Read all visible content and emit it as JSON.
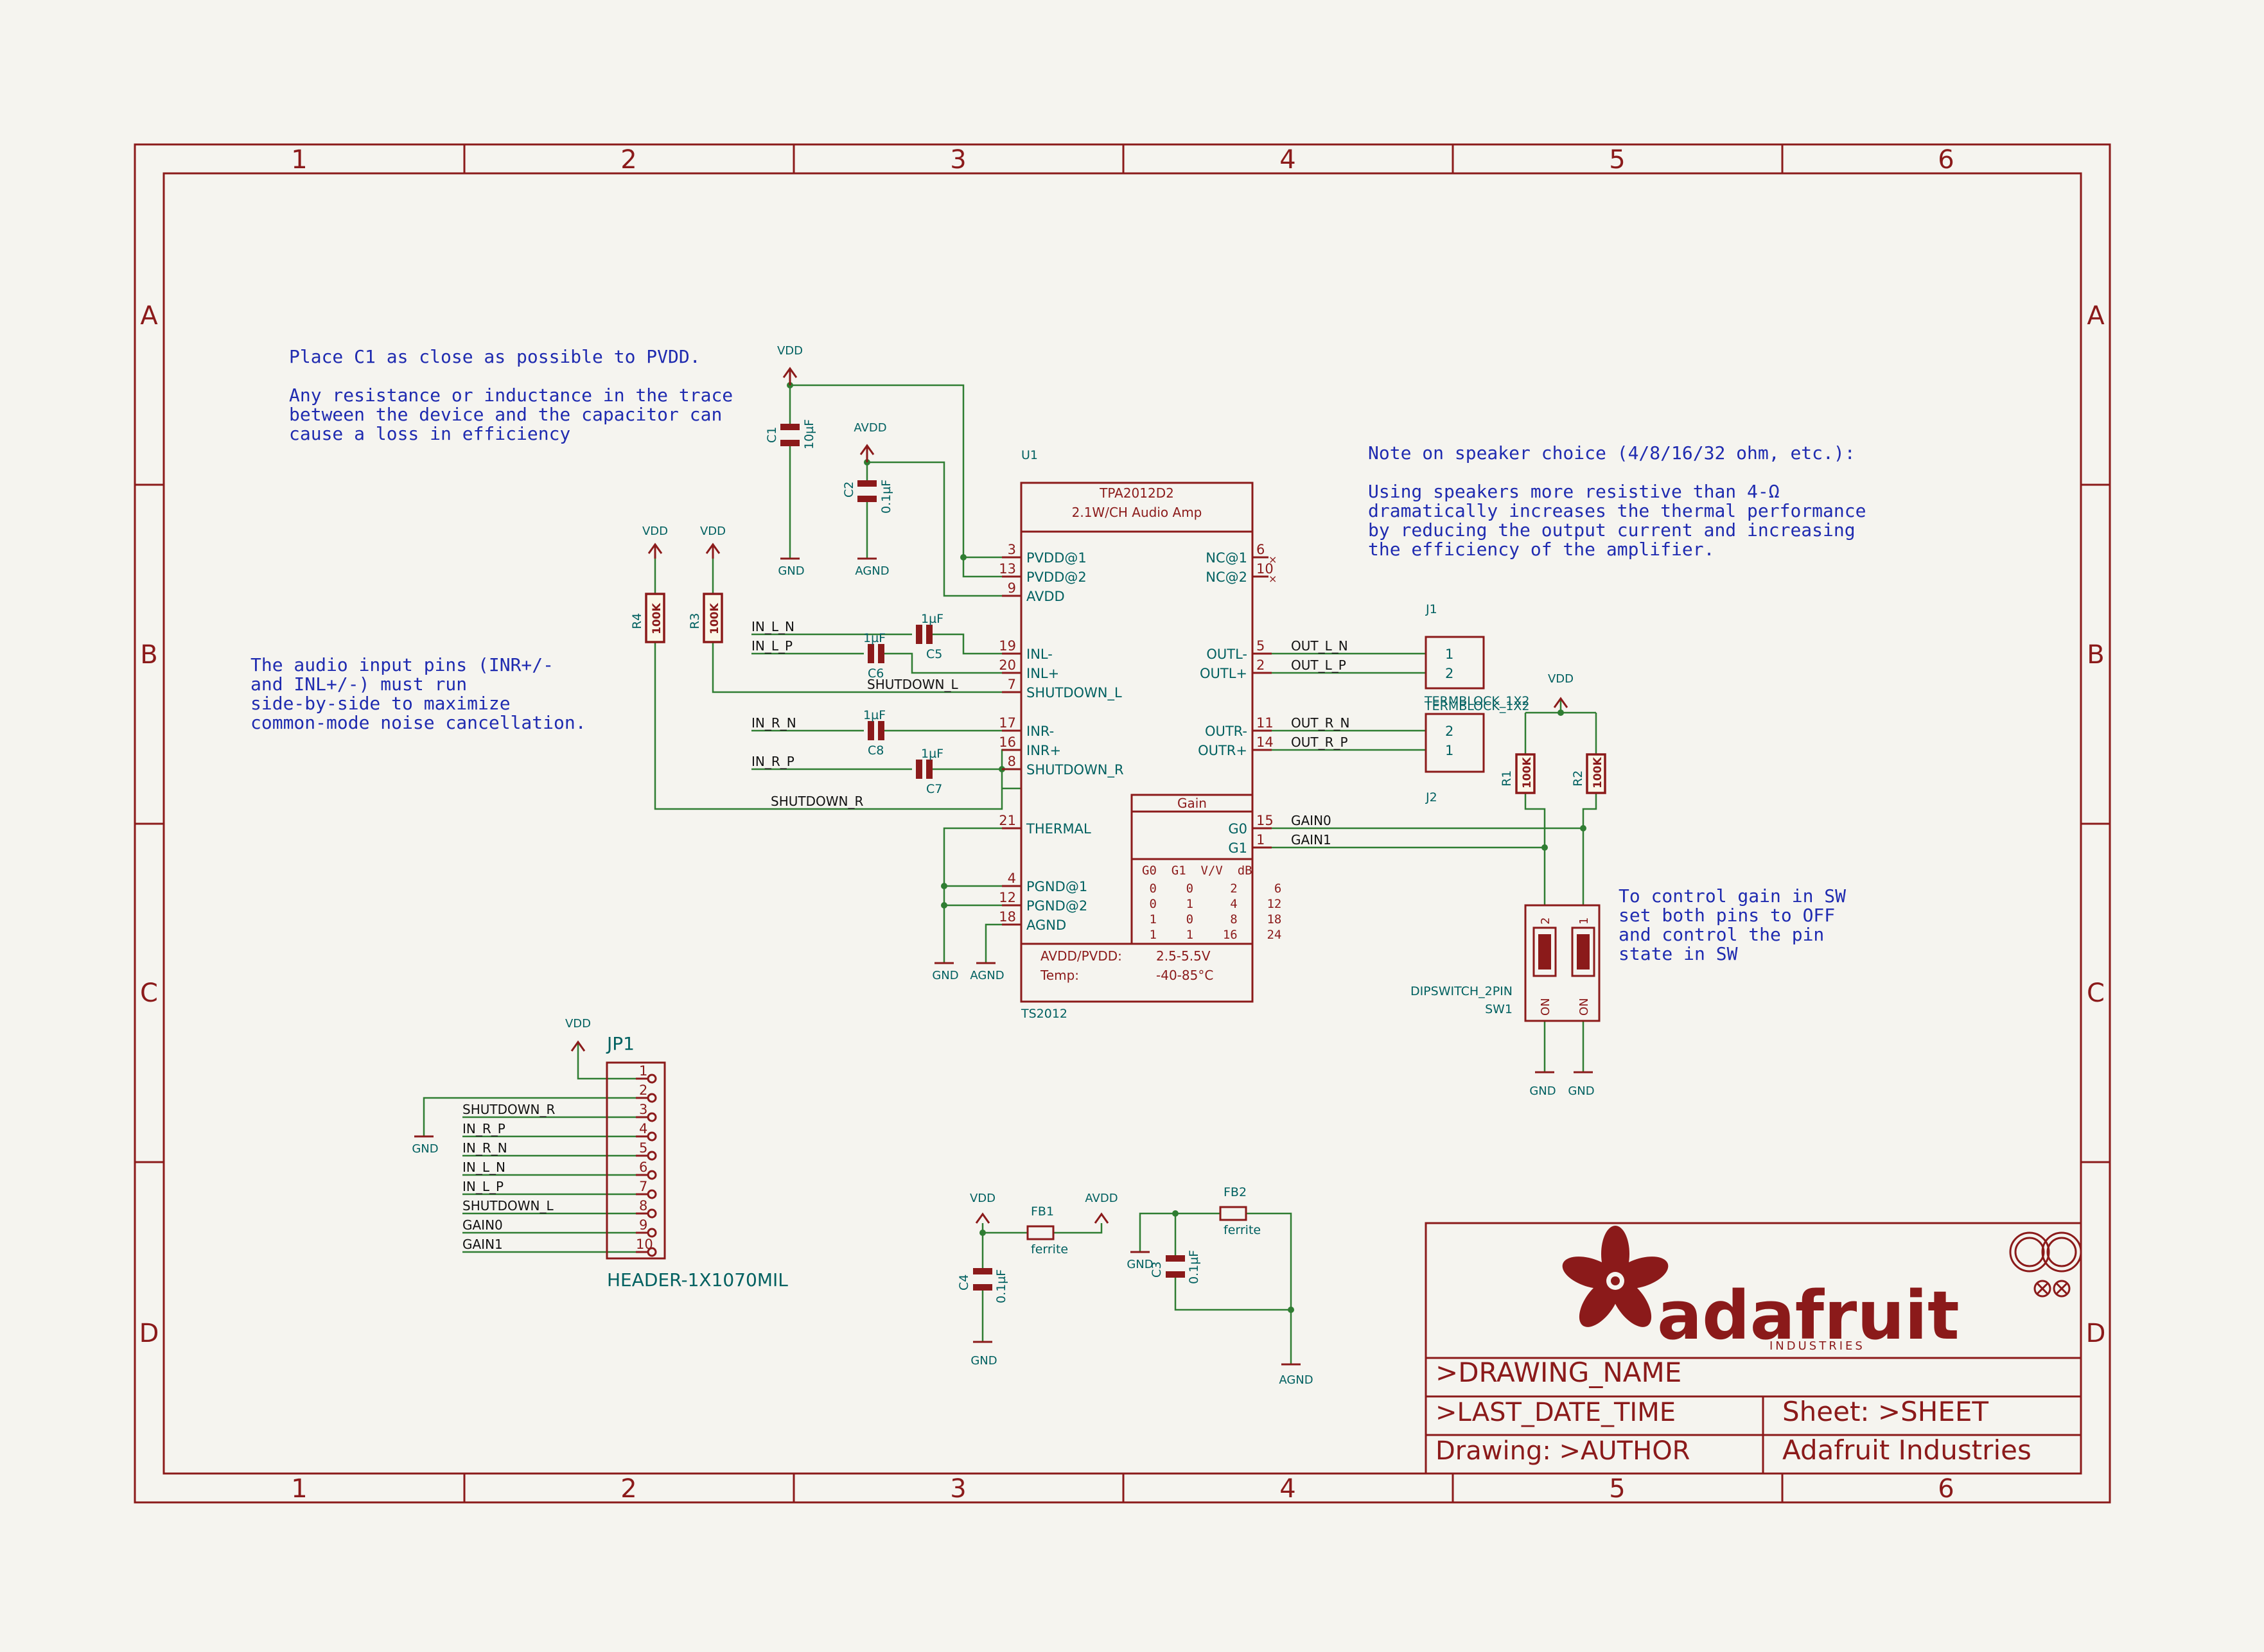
{
  "border": {
    "columns": [
      "1",
      "2",
      "3",
      "4",
      "5",
      "6"
    ],
    "rows": [
      "A",
      "B",
      "C",
      "D"
    ]
  },
  "notes": {
    "pvdd_line1": "Place C1 as close as possible to PVDD.",
    "pvdd_line2": "Any resistance or inductance in the trace",
    "pvdd_line3": "between the device and the capacitor can",
    "pvdd_line4": "cause a loss in efficiency",
    "input_line1": "The audio input pins (INR+/-",
    "input_line2": "and INL+/-) must run",
    "input_line3": "side-by-side to maximize",
    "input_line4": "common-mode noise cancellation.",
    "speaker_line1": "Note on speaker choice (4/8/16/32 ohm, etc.):",
    "speaker_line2": "Using speakers more resistive than 4-Ω",
    "speaker_line3": "dramatically increases the thermal performance",
    "speaker_line4": "by reducing the output current and increasing",
    "speaker_line5": "the efficiency of the amplifier.",
    "gain_line1": "To control gain in SW",
    "gain_line2": "set both pins to OFF",
    "gain_line3": "and control the pin",
    "gain_line4": "state in SW"
  },
  "power": {
    "vdd": "VDD",
    "avdd": "AVDD",
    "gnd": "GND",
    "agnd": "AGND"
  },
  "ic": {
    "ref": "U1",
    "name": "TPA2012D2",
    "desc": "2.1W/CH Audio Amp",
    "footprint": "TS2012",
    "left_pins": [
      {
        "num": "3",
        "name": "PVDD@1"
      },
      {
        "num": "13",
        "name": "PVDD@2"
      },
      {
        "num": "9",
        "name": "AVDD"
      },
      {
        "num": "19",
        "name": "INL-"
      },
      {
        "num": "20",
        "name": "INL+"
      },
      {
        "num": "7",
        "name": "SHUTDOWN_L"
      },
      {
        "num": "17",
        "name": "INR-"
      },
      {
        "num": "16",
        "name": "INR+"
      },
      {
        "num": "8",
        "name": "SHUTDOWN_R"
      },
      {
        "num": "21",
        "name": "THERMAL"
      },
      {
        "num": "4",
        "name": "PGND@1"
      },
      {
        "num": "12",
        "name": "PGND@2"
      },
      {
        "num": "18",
        "name": "AGND"
      }
    ],
    "right_pins": [
      {
        "num": "6",
        "name": "NC@1"
      },
      {
        "num": "10",
        "name": "NC@2"
      },
      {
        "num": "5",
        "name": "OUTL-"
      },
      {
        "num": "2",
        "name": "OUTL+"
      },
      {
        "num": "11",
        "name": "OUTR-"
      },
      {
        "num": "14",
        "name": "OUTR+"
      },
      {
        "num": "15",
        "name": "G0"
      },
      {
        "num": "1",
        "name": "G1"
      }
    ],
    "gain_title": "Gain",
    "gain_header": "G0  G1  V/V  dB",
    "gain_rows": [
      " 0    0     2     6",
      " 0    1     4    12",
      " 1    0     8    18",
      " 1    1    16    24"
    ],
    "spec_label1": "AVDD/PVDD:",
    "spec_value1": "2.5-5.5V",
    "spec_label2": "Temp:",
    "spec_value2": "-40-85°C"
  },
  "components": {
    "c1": {
      "ref": "C1",
      "value": "10µF"
    },
    "c2": {
      "ref": "C2",
      "value": "0.1µF"
    },
    "c3": {
      "ref": "C3",
      "value": "0.1µF"
    },
    "c4": {
      "ref": "C4",
      "value": "0.1µF"
    },
    "c5": {
      "ref": "C5",
      "value": "1µF"
    },
    "c6": {
      "ref": "C6",
      "value": "1µF"
    },
    "c7": {
      "ref": "C7",
      "value": "1µF"
    },
    "c8": {
      "ref": "C8",
      "value": "1µF"
    },
    "r1": {
      "ref": "R1",
      "value": "100K"
    },
    "r2": {
      "ref": "R2",
      "value": "100K"
    },
    "r3": {
      "ref": "R3",
      "value": "100K"
    },
    "r4": {
      "ref": "R4",
      "value": "100K"
    },
    "fb1": {
      "ref": "FB1",
      "value": "ferrite"
    },
    "fb2": {
      "ref": "FB2",
      "value": "ferrite"
    },
    "j1": {
      "ref": "J1",
      "value": "TERMBLOCK_1X2",
      "pins": [
        "1",
        "2"
      ]
    },
    "j2": {
      "ref": "J2",
      "value": "TERMBLOCK_1X2",
      "pins": [
        "2",
        "1"
      ]
    },
    "sw1": {
      "ref": "SW1",
      "value": "DIPSWITCH_2PIN",
      "pins": [
        "2",
        "1"
      ],
      "on": "ON"
    },
    "jp1": {
      "ref": "JP1",
      "value": "HEADER-1X1070MIL",
      "pins": [
        "1",
        "2",
        "3",
        "4",
        "5",
        "6",
        "7",
        "8",
        "9",
        "10"
      ]
    }
  },
  "nets": {
    "in_l_n": "IN_L_N",
    "in_l_p": "IN_L_P",
    "in_r_n": "IN_R_N",
    "in_r_p": "IN_R_P",
    "shutdown_l": "SHUTDOWN_L",
    "shutdown_r": "SHUTDOWN_R",
    "out_l_n": "OUT_L_N",
    "out_l_p": "OUT_L_P",
    "out_r_n": "OUT_R_N",
    "out_r_p": "OUT_R_P",
    "gain0": "GAIN0",
    "gain1": "GAIN1"
  },
  "header_nets": [
    "SHUTDOWN_R",
    "IN_R_P",
    "IN_R_N",
    "IN_L_N",
    "IN_L_P",
    "SHUTDOWN_L",
    "GAIN0",
    "GAIN1"
  ],
  "title_block": {
    "drawing_name": ">DRAWING_NAME",
    "last_date_time": ">LAST_DATE_TIME",
    "sheet": "Sheet: >SHEET",
    "drawing": "Drawing: >AUTHOR",
    "company": "Adafruit Industries",
    "logo_text": "adafruit",
    "logo_sub": "INDUSTRIES"
  },
  "colors": {
    "frame": "#8b1a1a",
    "wire": "#2f7d32",
    "note": "#1f2bb0",
    "label": "#006060",
    "background": "#f5f4ef"
  }
}
